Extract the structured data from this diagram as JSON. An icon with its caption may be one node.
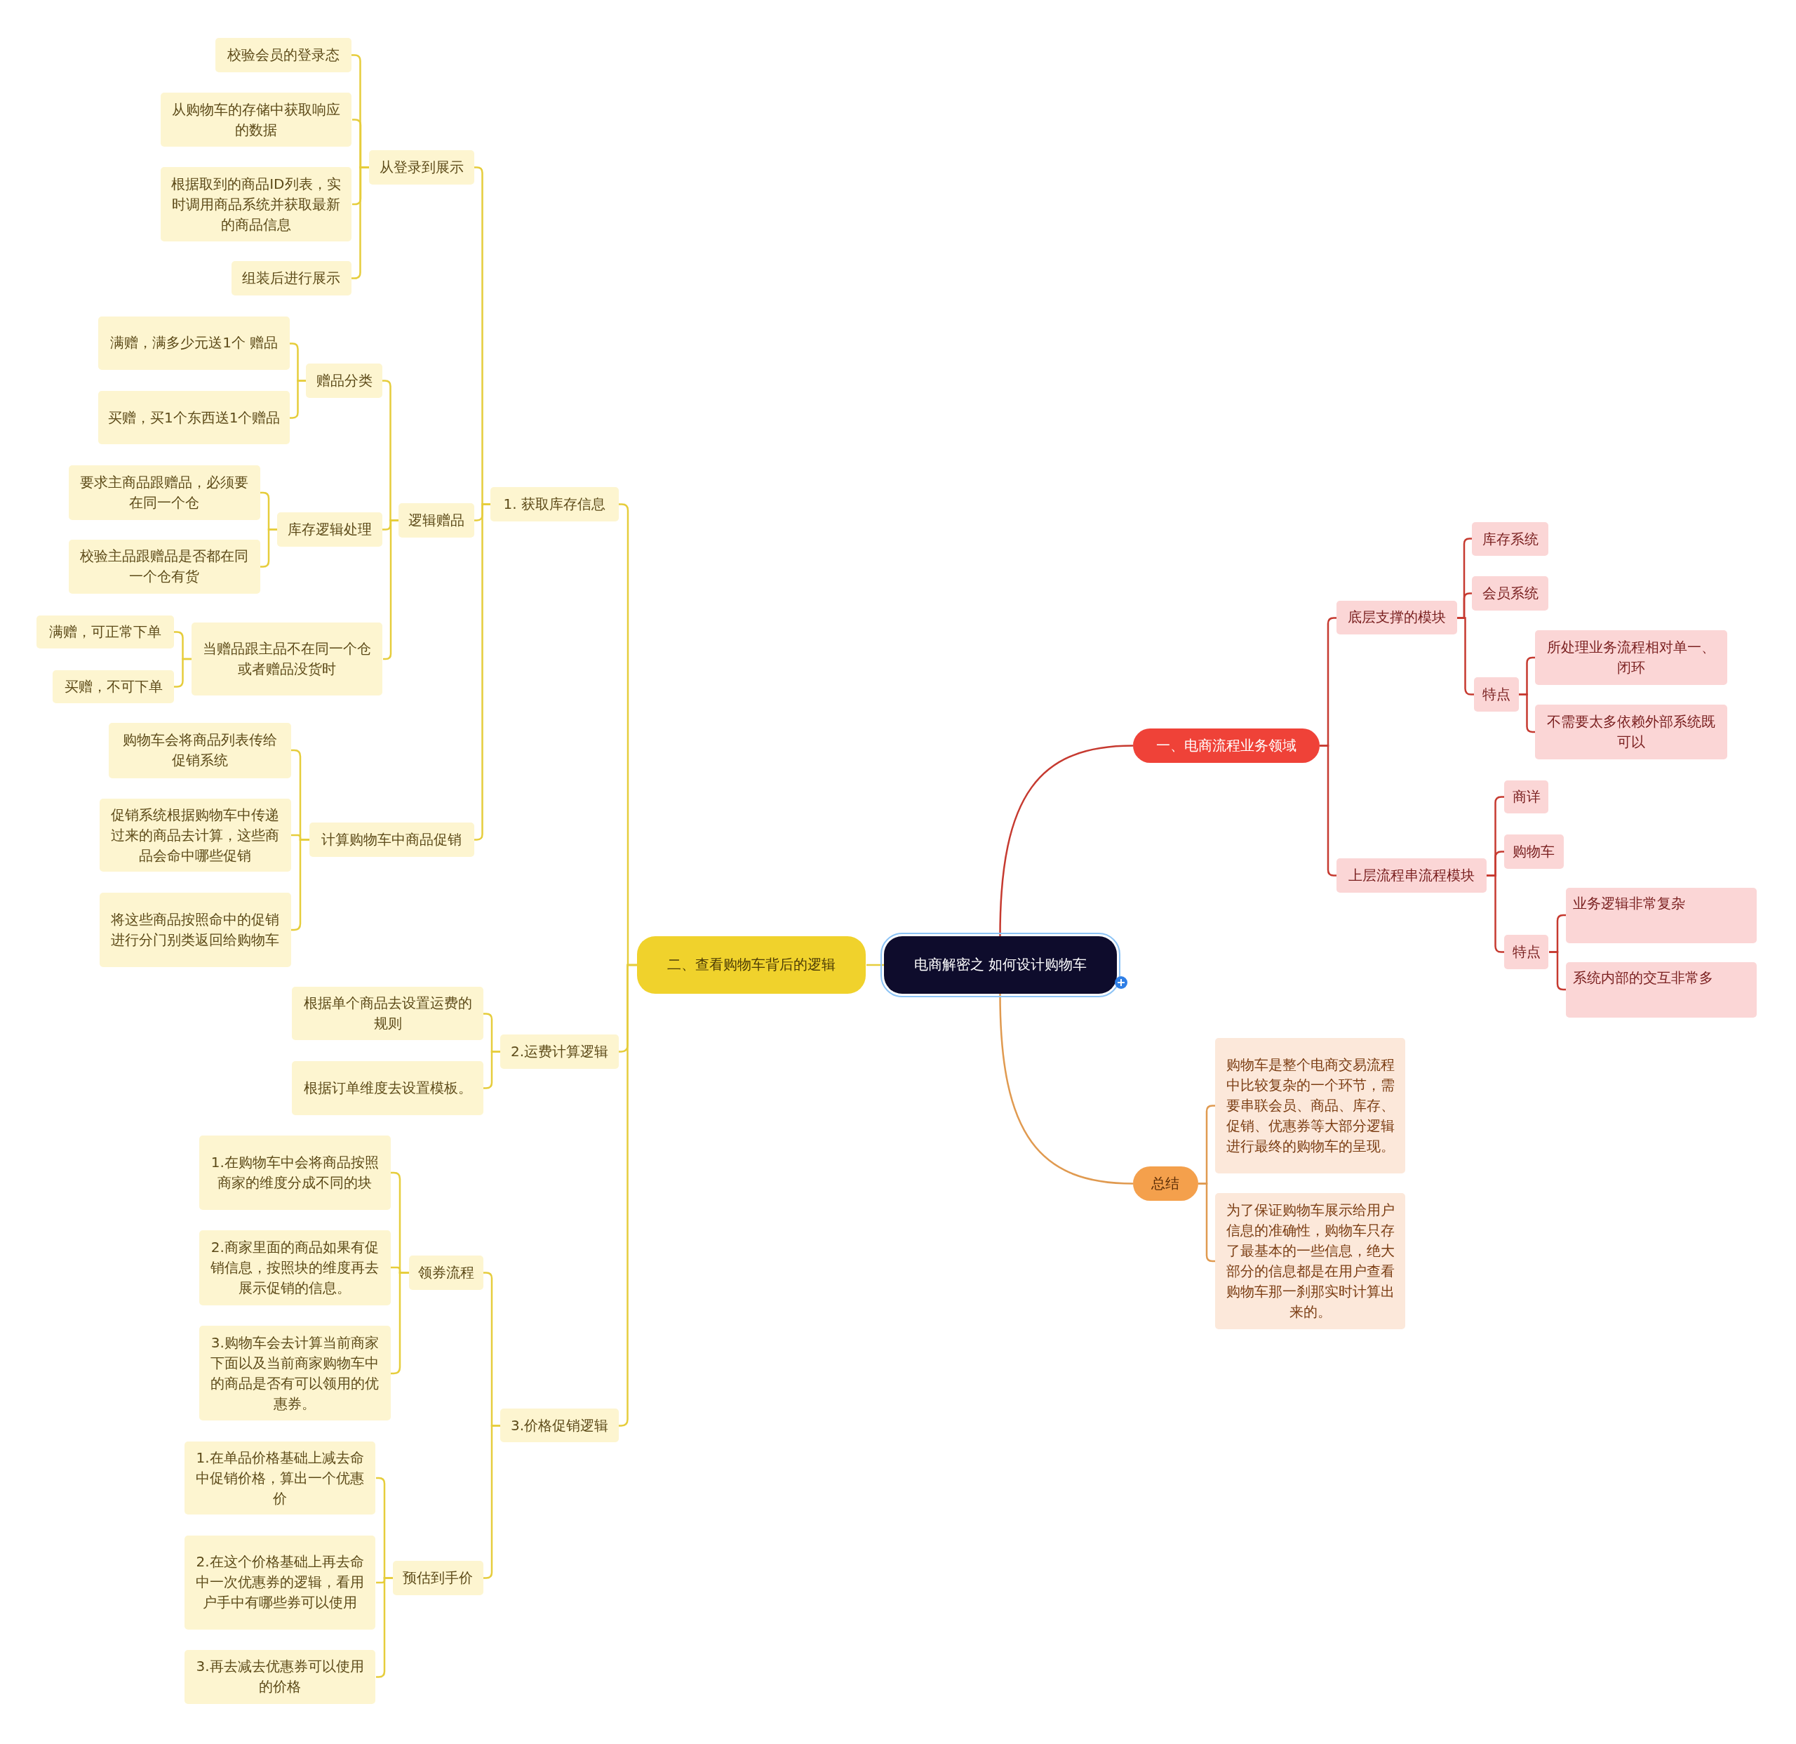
{
  "diagram": {
    "nodes": [
      {
        "text": [
          "电商解密之 如何设计购物车"
        ]
      },
      {
        "text": [
          "一、电商流程业务领域"
        ]
      },
      {
        "text": [
          "底层支撑的模块"
        ]
      },
      {
        "text": [
          "库存系统"
        ]
      },
      {
        "text": [
          "会员系统"
        ]
      },
      {
        "text": [
          "特点"
        ]
      },
      {
        "text": [
          "所处理业务流程相对单一、闭环"
        ]
      },
      {
        "text": [
          "不需要太多依赖外部系统既可以"
        ]
      },
      {
        "text": [
          "上层流程串流程模块"
        ]
      },
      {
        "text": [
          "商详"
        ]
      },
      {
        "text": [
          "购物车"
        ]
      },
      {
        "text": [
          "特点"
        ]
      },
      {
        "text": [
          "业务逻辑非常复杂"
        ]
      },
      {
        "text": [
          "系统内部的交互非常多"
        ]
      },
      {
        "text": [
          "总结"
        ]
      },
      {
        "text": [
          "购物车是整个电商交易流程中比较复杂的一个环节，需要串联会员、商品、库存、促销、优惠券等大部分逻辑进行最终的购物车的呈现。"
        ]
      },
      {
        "text": [
          "为了保证购物车展示给用户信息的准确性，购物车只存了最基本的一些信息，绝大部分的信息都是在用户查看购物车那一刹那实时计算出来的。"
        ]
      },
      {
        "text": [
          "二、查看购物车背后的逻辑"
        ]
      },
      {
        "text": [
          "1. 获取库存信息"
        ]
      },
      {
        "text": [
          "从登录到展示"
        ]
      },
      {
        "text": [
          "校验会员的登录态"
        ]
      },
      {
        "text": [
          "从购物车的存储中获取响应的数据"
        ]
      },
      {
        "text": [
          "根据取到的商品ID列表，实时调用商品系统并获取最新的商品信息"
        ]
      },
      {
        "text": [
          "组装后进行展示"
        ]
      },
      {
        "text": [
          "逻辑赠品"
        ]
      },
      {
        "text": [
          "赠品分类"
        ]
      },
      {
        "text": [
          "满赠，满多少元送1个 赠品"
        ]
      },
      {
        "text": [
          "买赠，买1个东西送1个赠品"
        ]
      },
      {
        "text": [
          "库存逻辑处理"
        ]
      },
      {
        "text": [
          "要求主商品跟赠品，必须要在同一个仓"
        ]
      },
      {
        "text": [
          "校验主品跟赠品是否都在同一个仓有货"
        ]
      },
      {
        "text": [
          "当赠品跟主品不在同一个仓或者赠品没货时"
        ]
      },
      {
        "text": [
          "满赠，可正常下单"
        ]
      },
      {
        "text": [
          "买赠，不可下单"
        ]
      },
      {
        "text": [
          "计算购物车中商品促销"
        ]
      },
      {
        "text": [
          "购物车会将商品列表传给促销系统"
        ]
      },
      {
        "text": [
          "促销系统根据购物车中传递过来的商品去计算，这些商品会命中哪些促销"
        ]
      },
      {
        "text": [
          "将这些商品按照命中的促销进行分门别类返回给购物车"
        ]
      },
      {
        "text": [
          "2.运费计算逻辑"
        ]
      },
      {
        "text": [
          "根据单个商品去设置运费的规则"
        ]
      },
      {
        "text": [
          "根据订单维度去设置模板。"
        ]
      },
      {
        "text": [
          "3.价格促销逻辑"
        ]
      },
      {
        "text": [
          "领券流程"
        ]
      },
      {
        "text": [
          "1.在购物车中会将商品按照商家的维度分成不同的块"
        ]
      },
      {
        "text": [
          "2.商家里面的商品如果有促销信息，按照块的维度再去展示促销的信息。"
        ]
      },
      {
        "text": [
          "3.购物车会去计算当前商家下面以及当前商家购物车中的商品是否有可以领用的优惠券。"
        ]
      },
      {
        "text": [
          "预估到手价"
        ]
      },
      {
        "text": [
          "1.在单品价格基础上减去命中促销价格，算出一个优惠价"
        ]
      },
      {
        "text": [
          "2.在这个价格基础上再去命中一次优惠券的逻辑，看用户手中有哪些券可以使用"
        ]
      },
      {
        "text": [
          "3.再去减去优惠券可以使用的价格"
        ]
      }
    ],
    "edges": [
      {
        "from": 0,
        "to": 1,
        "arrow": "none",
        "color": "#c63a30"
      },
      {
        "from": 1,
        "to": 2,
        "arrow": "none",
        "color": "#c63a30"
      },
      {
        "from": 2,
        "to": 3,
        "arrow": "none",
        "color": "#c63a30"
      },
      {
        "from": 2,
        "to": 4,
        "arrow": "none",
        "color": "#c63a30"
      },
      {
        "from": 2,
        "to": 5,
        "arrow": "none",
        "color": "#c63a30"
      },
      {
        "from": 5,
        "to": 6,
        "arrow": "none",
        "color": "#c63a30"
      },
      {
        "from": 5,
        "to": 7,
        "arrow": "none",
        "color": "#c63a30"
      },
      {
        "from": 1,
        "to": 8,
        "arrow": "none",
        "color": "#c63a30"
      },
      {
        "from": 8,
        "to": 9,
        "arrow": "none",
        "color": "#c63a30"
      },
      {
        "from": 8,
        "to": 10,
        "arrow": "none",
        "color": "#c63a30"
      },
      {
        "from": 8,
        "to": 11,
        "arrow": "none",
        "color": "#c63a30"
      },
      {
        "from": 11,
        "to": 12,
        "arrow": "none",
        "color": "#c63a30"
      },
      {
        "from": 11,
        "to": 13,
        "arrow": "none",
        "color": "#c63a30"
      },
      {
        "from": 0,
        "to": 14,
        "arrow": "none",
        "color": "#e09a50"
      },
      {
        "from": 14,
        "to": 15,
        "arrow": "none",
        "color": "#e09a50"
      },
      {
        "from": 14,
        "to": 16,
        "arrow": "none",
        "color": "#e09a50"
      },
      {
        "from": 0,
        "to": 17,
        "arrow": "none"
      },
      {
        "from": 17,
        "to": 18,
        "arrow": "none"
      },
      {
        "from": 18,
        "to": 19,
        "arrow": "none"
      },
      {
        "from": 19,
        "to": 20,
        "arrow": "none"
      },
      {
        "from": 19,
        "to": 21,
        "arrow": "none"
      },
      {
        "from": 19,
        "to": 22,
        "arrow": "none"
      },
      {
        "from": 19,
        "to": 23,
        "arrow": "none"
      },
      {
        "from": 18,
        "to": 24,
        "arrow": "none"
      },
      {
        "from": 24,
        "to": 25,
        "arrow": "none"
      },
      {
        "from": 25,
        "to": 26,
        "arrow": "none"
      },
      {
        "from": 25,
        "to": 27,
        "arrow": "none"
      },
      {
        "from": 24,
        "to": 28,
        "arrow": "none"
      },
      {
        "from": 28,
        "to": 29,
        "arrow": "none"
      },
      {
        "from": 28,
        "to": 30,
        "arrow": "none"
      },
      {
        "from": 24,
        "to": 31,
        "arrow": "none"
      },
      {
        "from": 31,
        "to": 32,
        "arrow": "none"
      },
      {
        "from": 31,
        "to": 33,
        "arrow": "none"
      },
      {
        "from": 18,
        "to": 34,
        "arrow": "none"
      },
      {
        "from": 34,
        "to": 35,
        "arrow": "none"
      },
      {
        "from": 34,
        "to": 36,
        "arrow": "none"
      },
      {
        "from": 34,
        "to": 37,
        "arrow": "none"
      },
      {
        "from": 17,
        "to": 38,
        "arrow": "none"
      },
      {
        "from": 38,
        "to": 39,
        "arrow": "none"
      },
      {
        "from": 38,
        "to": 40,
        "arrow": "none"
      },
      {
        "from": 17,
        "to": 41,
        "arrow": "none"
      },
      {
        "from": 41,
        "to": 42,
        "arrow": "none"
      },
      {
        "from": 42,
        "to": 43,
        "arrow": "none"
      },
      {
        "from": 42,
        "to": 44,
        "arrow": "none"
      },
      {
        "from": 42,
        "to": 45,
        "arrow": "none"
      },
      {
        "from": 41,
        "to": 46,
        "arrow": "none"
      },
      {
        "from": 46,
        "to": 47,
        "arrow": "none"
      },
      {
        "from": 46,
        "to": 48,
        "arrow": "none"
      },
      {
        "from": 46,
        "to": 49,
        "arrow": "none"
      }
    ]
  }
}
